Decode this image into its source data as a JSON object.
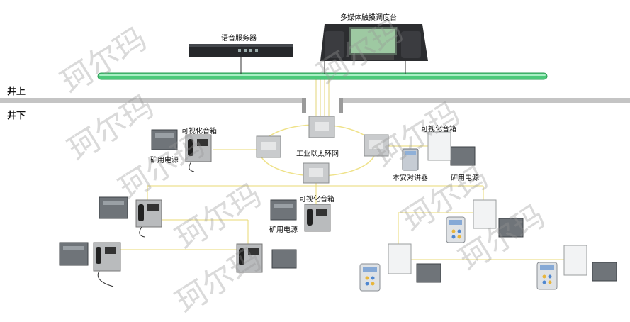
{
  "labels": {
    "dispatch_console": "多媒体触摸调度台",
    "voice_server": "语音服务器",
    "above_ground": "井上",
    "underground": "井下",
    "ring_network": "工业以太环网",
    "visual_speaker_1": "可视化音箱",
    "visual_speaker_2": "可视化音箱",
    "visual_speaker_3": "可视化音箱",
    "power_1": "矿用电源",
    "power_2": "矿用电源",
    "power_3": "矿用电源",
    "intercom": "本安对讲器"
  },
  "watermark": "珂尔玛",
  "colors": {
    "backbone": "#4cc97a",
    "link": "#e8d873",
    "ground": "#bdbdbd",
    "ring": "#efe28a"
  }
}
